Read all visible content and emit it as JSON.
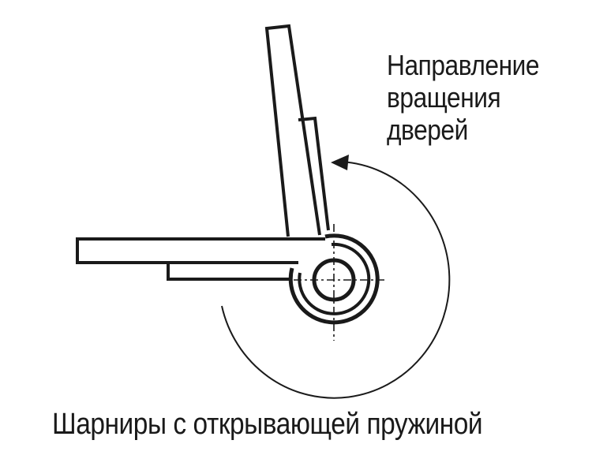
{
  "diagram": {
    "rotation_label": [
      "Направление",
      "вращения",
      "дверей"
    ],
    "caption": "Шарниры с открывающей пружиной",
    "colors": {
      "stroke": "#1a1a1a",
      "background": "#ffffff"
    }
  }
}
